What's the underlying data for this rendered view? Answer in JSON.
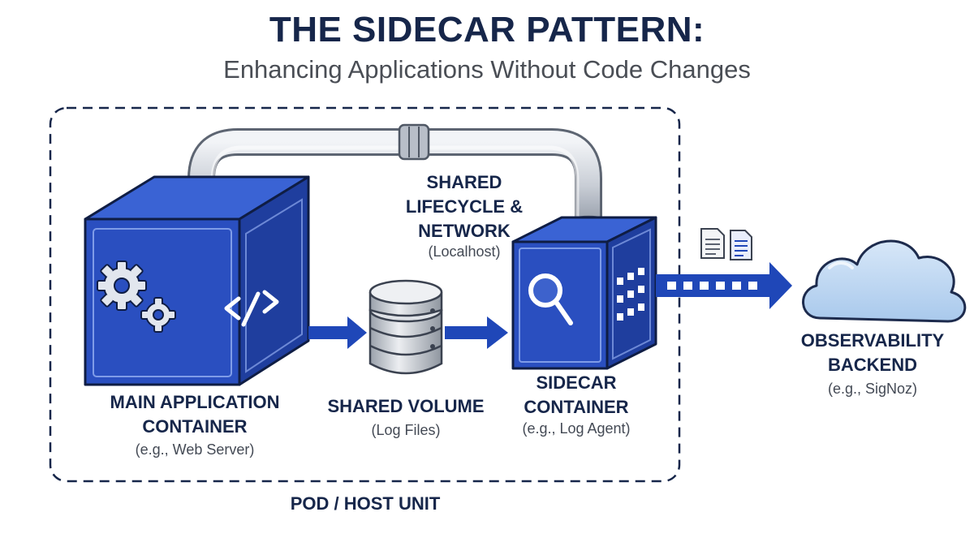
{
  "title": "THE SIDECAR PATTERN:",
  "subtitle": "Enhancing Applications Without Code Changes",
  "pod_label": "POD / HOST UNIT",
  "main_app": {
    "title_line1": "MAIN APPLICATION",
    "title_line2": "CONTAINER",
    "subtitle": "(e.g., Web Server)"
  },
  "shared_volume": {
    "title": "SHARED VOLUME",
    "subtitle": "(Log Files)"
  },
  "sidecar": {
    "title_line1": "SIDECAR",
    "title_line2": "CONTAINER",
    "subtitle": "(e.g., Log Agent)"
  },
  "shared_lifecycle": {
    "line1": "SHARED",
    "line2": "LIFECYCLE &",
    "line3": "NETWORK",
    "subtitle": "(Localhost)"
  },
  "backend": {
    "line1": "OBSERVABILITY",
    "line2": "BACKEND",
    "subtitle": "(e.g., SigNoz)"
  },
  "colors": {
    "navy": "#16264a",
    "cube_front": "#2a4fc0",
    "cube_top": "#3a63d4",
    "cube_side": "#1f3e9e",
    "arrow": "#1f47b8",
    "cloud": "#bcd7f2",
    "pipe": "#c9ced6"
  },
  "icons": {
    "gears": "gears-icon",
    "code": "code-icon",
    "magnifier": "magnifier-icon",
    "grid": "grid-icon",
    "database": "database-icon",
    "documents": "document-icon",
    "cloud": "cloud-icon"
  }
}
